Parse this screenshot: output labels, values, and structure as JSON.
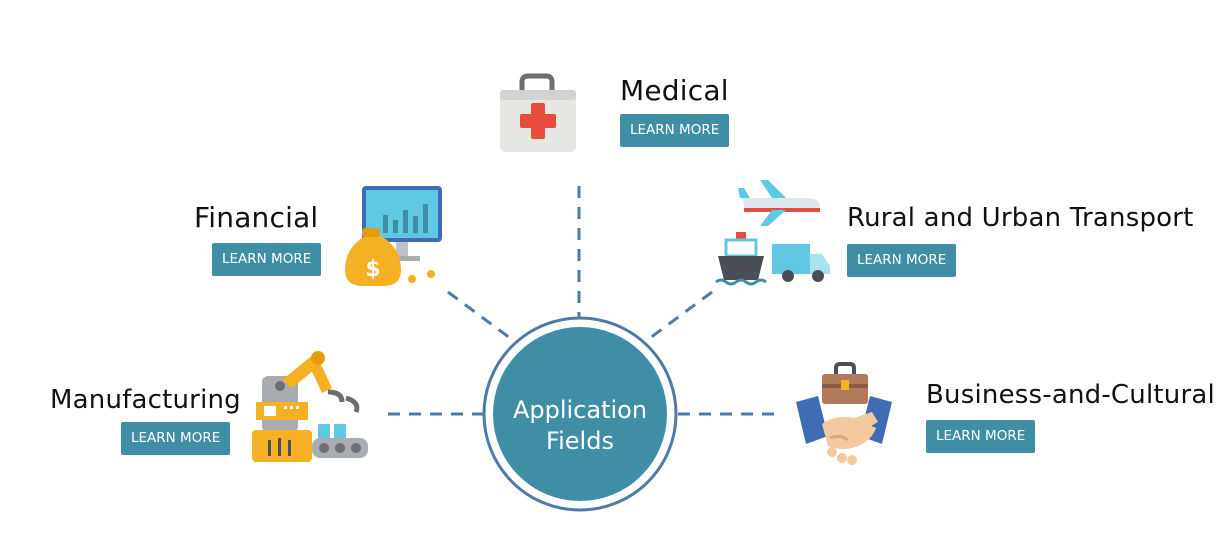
{
  "center": {
    "line1": "Application",
    "line2": "Fields"
  },
  "fields": {
    "medical": {
      "title": "Medical",
      "button": "LEARN MORE"
    },
    "financial": {
      "title": "Financial",
      "button": "LEARN MORE"
    },
    "transport": {
      "title": "Rural and Urban Transport",
      "button": "LEARN MORE"
    },
    "manufacturing": {
      "title": "Manufacturing",
      "button": "LEARN MORE"
    },
    "business": {
      "title": "Business-and-Cultural",
      "button": "LEARN MORE"
    }
  },
  "colors": {
    "accent": "#3f8ea6",
    "ring": "#4f7aa6",
    "dash": "#4f7aa6"
  },
  "icons": [
    "first-aid-kit-icon",
    "money-monitor-icon",
    "plane-ship-truck-icon",
    "robot-arm-icon",
    "handshake-briefcase-icon"
  ]
}
